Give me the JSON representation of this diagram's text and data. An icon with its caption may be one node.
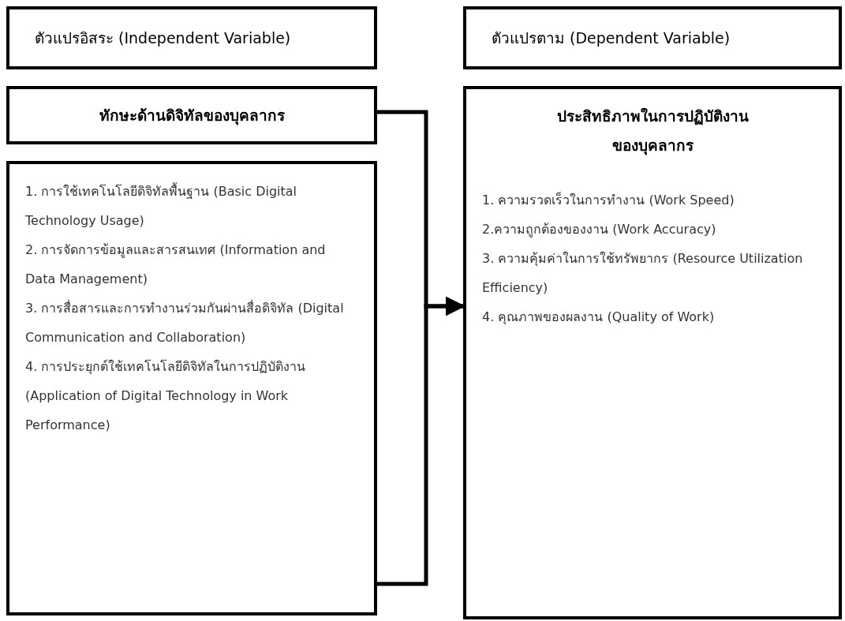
{
  "diagram": {
    "nodes": [
      {
        "text": [
          "ตัวแปรอิสระ (Independent Variable)"
        ]
      },
      {
        "text": [
          "ตัวแปรตาม (Dependent Variable)"
        ]
      },
      {
        "text": [
          "ทักษะด้านดิจิทัลของบุคลากร"
        ]
      },
      {
        "text": [
          "1. การใช้เทคโนโลยีดิจิทัลพื้นฐาน (Basic Digital Technology Usage)",
          "2. การจัดการข้อมูลและสารสนเทศ (Information and Data Management)",
          "3. การสื่อสารและการทำงานร่วมกันผ่านสื่อดิจิทัล (Digital Communication and Collaboration)",
          "4. การประยุกต์ใช้เทคโนโลยีดิจิทัลในการปฏิบัติงาน (Application of Digital Technology in Work Performance)"
        ]
      },
      {
        "text": [
          "ประสิทธิภาพในการปฏิบัติงานของบุคลากร",
          "1. ความรวดเร็วในการทำงาน (Work Speed)",
          "2.ความถูกต้องของงาน (Work Accuracy)",
          "3. ความคุ้มค่าในการใช้ทรัพยากร (Resource Utilization Efficiency)",
          "4. คุณภาพของผลงาน (Quality of Work)"
        ]
      }
    ],
    "edges": [
      {
        "from": 2,
        "to": 4,
        "arrow": "to"
      },
      {
        "from": 3,
        "to": 4,
        "arrow": "to"
      }
    ]
  }
}
